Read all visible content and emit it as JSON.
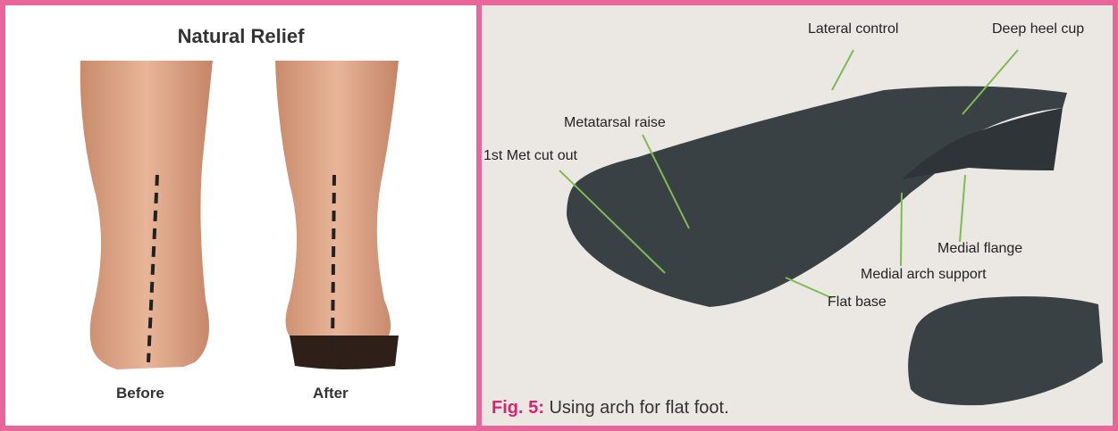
{
  "left": {
    "title": "Natural Relief",
    "before_label": "Before",
    "after_label": "After"
  },
  "right": {
    "callouts": {
      "lateral_control": "Lateral control",
      "deep_heel_cup": "Deep heel cup",
      "metatarsal_raise": "Metatarsal raise",
      "first_met_cut_out": "1st Met cut out",
      "medial_flange": "Medial flange",
      "medial_arch_support": "Medial arch support",
      "flat_base": "Flat base"
    },
    "figure_number": "Fig. 5:",
    "figure_caption": "Using arch for flat foot."
  },
  "colors": {
    "frame": "#e8679a",
    "fig_number": "#d6246f",
    "leader_line": "#7dbb53",
    "insole": "#3a4144"
  }
}
